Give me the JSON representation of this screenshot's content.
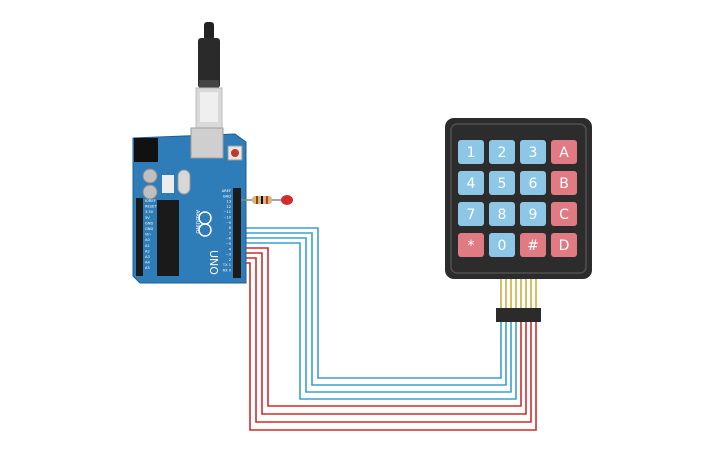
{
  "board": {
    "logo_text": "UNO",
    "chip_text": "ARDUINO",
    "pin_labels_right": [
      "AREF",
      "GND",
      "13",
      "12",
      "~11",
      "~10",
      "~9",
      "8",
      "7",
      "~6",
      "~5",
      "4",
      "~3",
      "2",
      "TX 1",
      "RX 0"
    ],
    "pin_labels_left": [
      "IOREF",
      "RESET",
      "3.3V",
      "5V",
      "GND",
      "GND",
      "Vin",
      "A0",
      "A1",
      "A2",
      "A3",
      "A4",
      "A5"
    ]
  },
  "keypad": {
    "rows": [
      [
        "1",
        "2",
        "3",
        "A"
      ],
      [
        "4",
        "5",
        "6",
        "B"
      ],
      [
        "7",
        "8",
        "9",
        "C"
      ],
      [
        "*",
        "0",
        "#",
        "D"
      ]
    ]
  },
  "colors": {
    "board": "#2f7db8",
    "board_dark": "#1f5f95",
    "key_number": "#8ec7e6",
    "key_letter": "#e07b84",
    "keypad_body": "#2c2c2c",
    "wire_blue": "#3aa0d0",
    "wire_red": "#d22c2c"
  }
}
